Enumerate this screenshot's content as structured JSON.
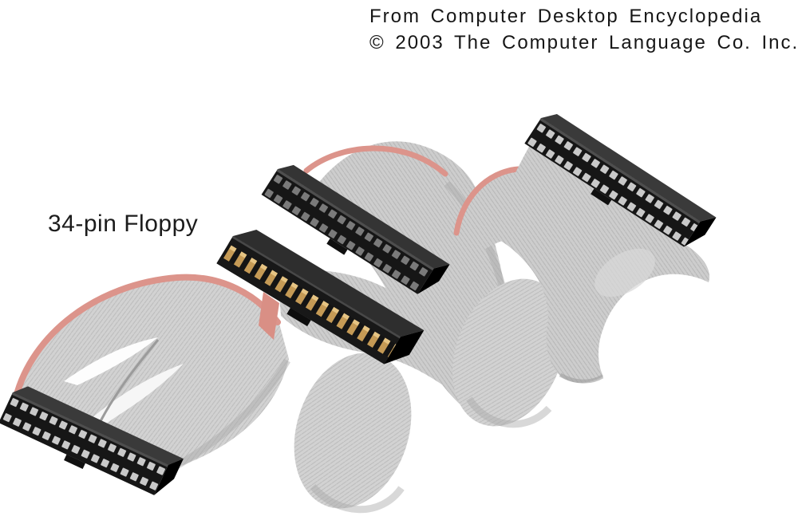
{
  "figure": {
    "caption_line1": "From Computer Desktop Encyclopedia",
    "caption_line2": "© 2003  The Computer Language Co. Inc.",
    "label": "34-pin Floppy",
    "description": "Gray 34-conductor floppy ribbon cable with red pin-1 edge stripe, four black IDC connectors (one with gold contacts) and a twist near the end connector"
  },
  "colors": {
    "background": "#ffffff",
    "cable_gray": "#d2d2d2",
    "cable_shade": "#a9a9a9",
    "stripe_red": "#dc948b",
    "connector_black": "#161616",
    "socket_light": "#c9c9c9",
    "socket_dark": "#7a7a7a",
    "pin_gold": "#c59a55",
    "text": "#161616"
  }
}
